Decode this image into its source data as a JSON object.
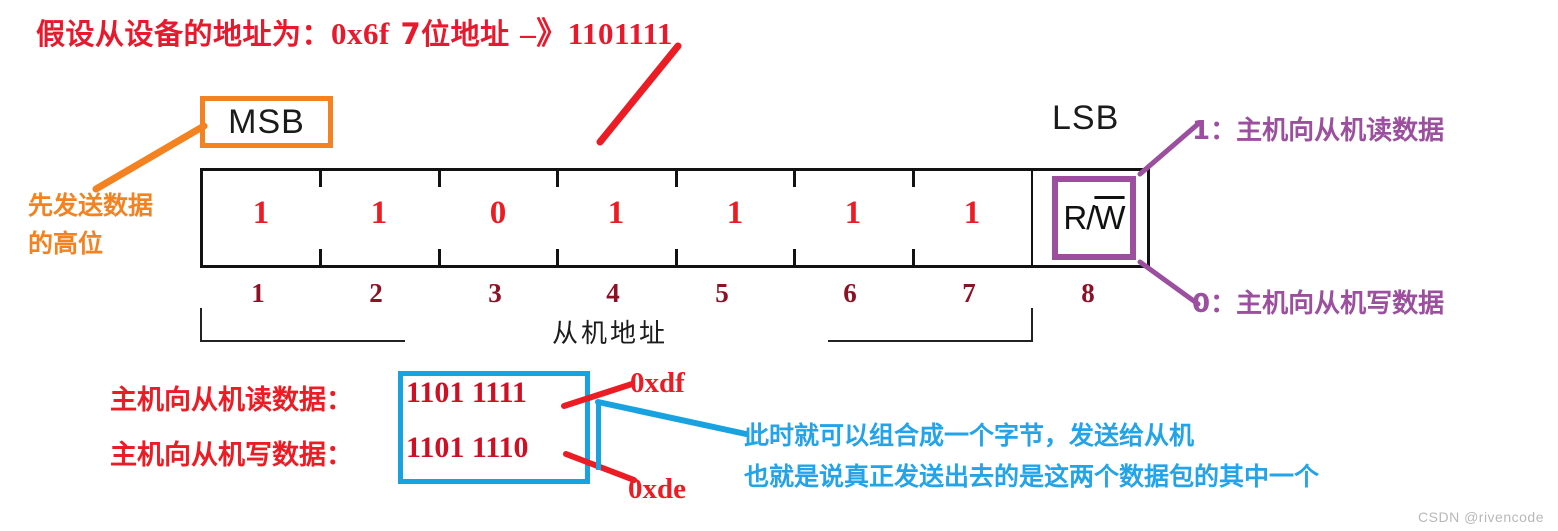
{
  "title": {
    "prefix_cn": "假设从设备的地址为：",
    "hex": "0x6f",
    "mid_cn": "7位地址",
    "arrow": "–》",
    "binary": "1101111",
    "full": "假设从设备的地址为：0x6f 7位地址 –》1101111"
  },
  "labels": {
    "msb": "MSB",
    "lsb": "LSB",
    "send_high_bits_line1": "先发送数据",
    "send_high_bits_line2": "的高位",
    "slave_address": "从机地址",
    "rw_r": "R/",
    "rw_w": "W"
  },
  "frame": {
    "bit_values": [
      "1",
      "1",
      "0",
      "1",
      "1",
      "1",
      "1"
    ],
    "bit_indices": [
      "1",
      "2",
      "3",
      "4",
      "5",
      "6",
      "7",
      "8"
    ],
    "rw_cell": "R/W"
  },
  "purple_notes": {
    "read": "1：主机向从机读数据",
    "write": "0：主机向从机写数据"
  },
  "bottom": {
    "read_label": "主机向从机读数据：",
    "write_label": "主机向从机写数据：",
    "read_value": "1101 1111",
    "write_value": "1101 1110",
    "read_hex": "0xdf",
    "write_hex": "0xde"
  },
  "cyan_note": {
    "line1": "此时就可以组合成一个字节，发送给从机",
    "line2": "也就是说真正发送出去的是这两个数据包的其中一个"
  },
  "watermark": "CSDN @rivencode",
  "colors": {
    "red": "#ec1c24",
    "orange": "#f58220",
    "purple": "#9b4f9e",
    "cyan": "#18a2e0",
    "dark_red": "#8d1025",
    "black": "#121212"
  }
}
